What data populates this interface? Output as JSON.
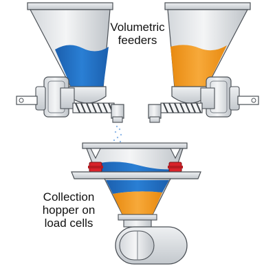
{
  "labels": {
    "feeders": [
      "Volumetric",
      "feeders"
    ],
    "hopper": [
      "Collection",
      "hopper on",
      "load cells"
    ]
  },
  "colors": {
    "blue_material": "#1f6fc1",
    "orange_material": "#f39a1e",
    "load_cell": "#d8232a",
    "metal_light": "#eef0f2",
    "metal_mid": "#c9ced3",
    "metal_dark": "#6b7177",
    "outline": "#4a4f55",
    "powder": "#8fb8e8"
  },
  "icons": [
    "hopper-icon",
    "auger-screw-icon",
    "motor-icon",
    "load-cell-icon",
    "valve-icon"
  ]
}
